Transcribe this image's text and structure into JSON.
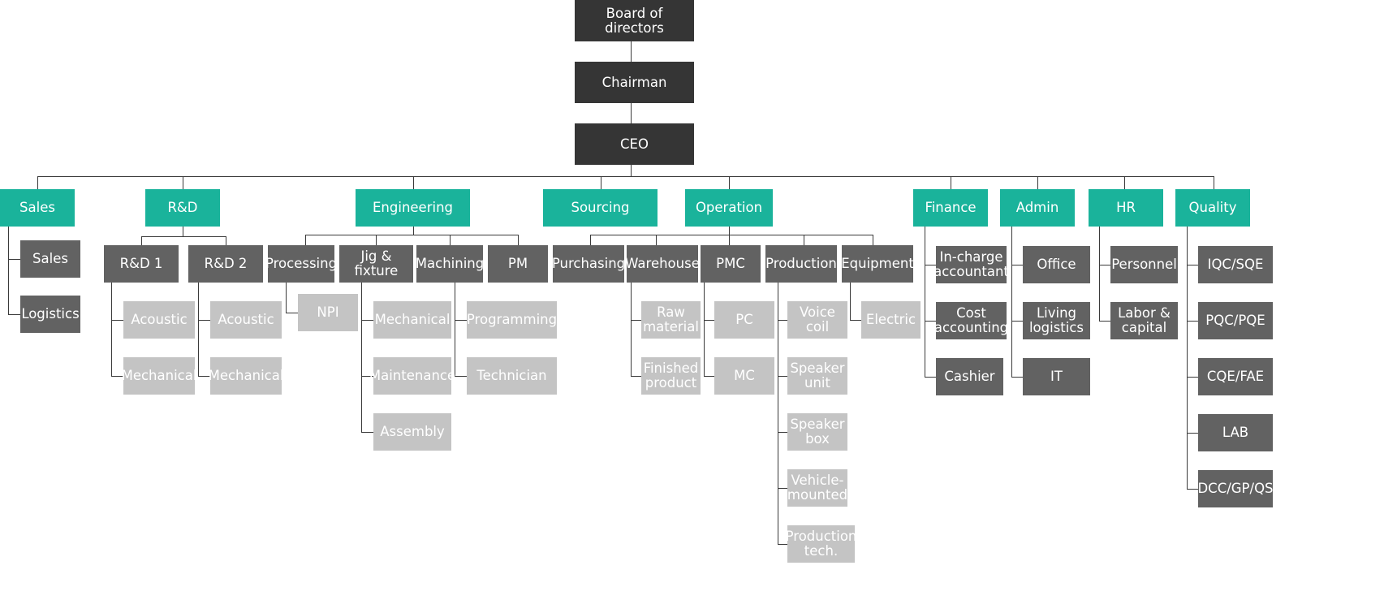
{
  "colors": {
    "top": "#353535",
    "division": "#1ab39b",
    "department": "#626262",
    "unit": "#c4c4c4",
    "connector": "#3a3a3a"
  },
  "nodes": {
    "board": "Board of directors",
    "chairman": "Chairman",
    "ceo": "CEO",
    "sales": "Sales",
    "sales_sales": "Sales",
    "sales_logistics": "Logistics",
    "rd": "R&D",
    "rd1": "R&D 1",
    "rd2": "R&D 2",
    "rd1_acoustic": "Acoustic",
    "rd1_mechanical": "Mechanical",
    "rd2_acoustic": "Acoustic",
    "rd2_mechanical": "Mechanical",
    "engineering": "Engineering",
    "processing": "Processing",
    "jig": "Jig & fixture",
    "machining": "Machining",
    "pm": "PM",
    "npi": "NPI",
    "jig_mechanical": "Mechanical",
    "jig_maintenance": "Maintenance",
    "jig_assembly": "Assembly",
    "mach_programming": "Programming",
    "mach_technician": "Technician",
    "sourcing": "Sourcing",
    "operation": "Operation",
    "purchasing": "Purchasing",
    "warehouse": "Warehouse",
    "pmc": "PMC",
    "production": "Production",
    "equipment": "Equipment",
    "raw_material": "Raw material",
    "finished_product": "Finished product",
    "pc": "PC",
    "mc": "MC",
    "voice_coil": "Voice coil",
    "speaker_unit": "Speaker unit",
    "speaker_box": "Speaker box",
    "vehicle_mounted": "Vehicle-mounted",
    "production_tech": "Production tech.",
    "electric": "Electric",
    "finance": "Finance",
    "incharge_accountant": "In-charge accountant",
    "cost_accounting": "Cost accounting",
    "cashier": "Cashier",
    "admin": "Admin",
    "office": "Office",
    "living_logistics": "Living logistics",
    "it": "IT",
    "hr": "HR",
    "personnel": "Personnel",
    "labor_capital": "Labor & capital",
    "quality": "Quality",
    "iqc": "IQC/SQE",
    "pqc": "PQC/PQE",
    "cqe": "CQE/FAE",
    "lab": "LAB",
    "dcc": "DCC/GP/QS"
  }
}
